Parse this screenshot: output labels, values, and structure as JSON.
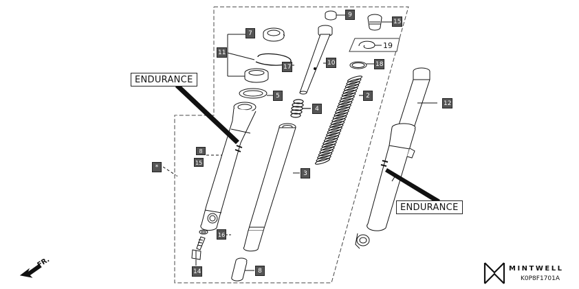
{
  "diagram": {
    "tags": {
      "left": "ENDURANCE",
      "right": "ENDURANCE"
    },
    "callouts": {
      "c2": "2",
      "c3": "3",
      "c4": "4",
      "c5": "5",
      "c7": "7",
      "c8": "8",
      "c9": "9",
      "c10": "10",
      "c11": "11",
      "c12": "12",
      "c14": "14",
      "c15": "15",
      "c16": "16",
      "c17": "17",
      "c18": "18",
      "c19": "19",
      "c_upper_small": "8",
      "c_small_15": "15",
      "c_star": "*"
    },
    "direction": "FR.",
    "brand": "MINTWELL",
    "ref_code": "K0P8F1701A"
  }
}
